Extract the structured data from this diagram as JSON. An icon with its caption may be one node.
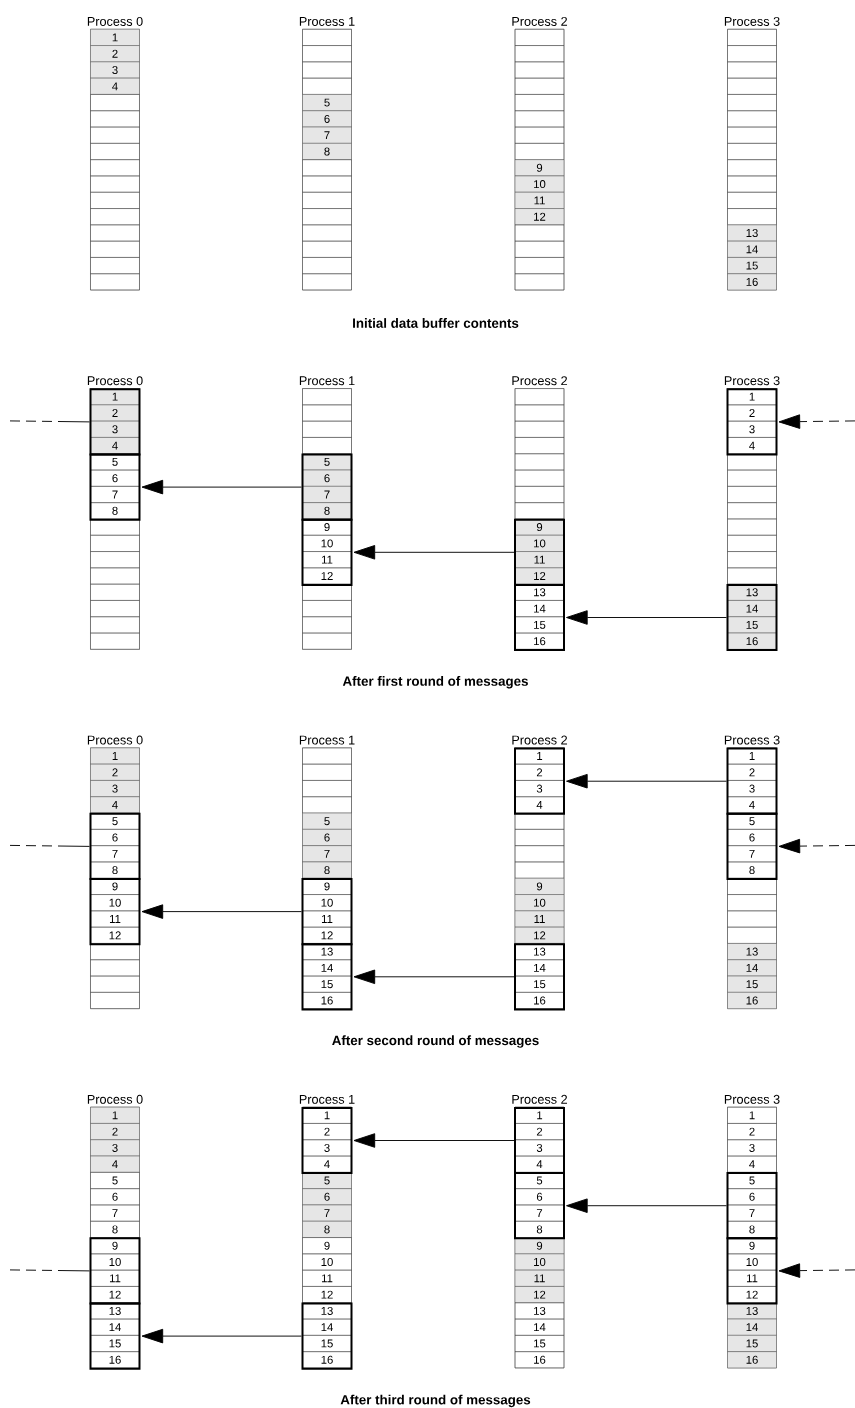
{
  "diagram": {
    "nodes": [
      {
        "text": [
          "Process 0"
        ]
      },
      {
        "text": [
          "1"
        ],
        "in": 0
      },
      {
        "text": [
          "2"
        ],
        "in": 0
      },
      {
        "text": [
          "3"
        ],
        "in": 0
      },
      {
        "text": [
          "4"
        ],
        "in": 0
      },
      {
        "text": [],
        "shape": "box",
        "in": 0
      },
      {
        "text": [],
        "shape": "box",
        "in": 0
      },
      {
        "text": [],
        "shape": "box",
        "in": 0
      },
      {
        "text": [],
        "shape": "box",
        "in": 0
      },
      {
        "text": [],
        "shape": "box",
        "in": 0
      },
      {
        "text": [],
        "shape": "box",
        "in": 0
      },
      {
        "text": [],
        "shape": "box",
        "in": 0
      },
      {
        "text": [],
        "shape": "box",
        "in": 0
      },
      {
        "text": [],
        "shape": "box",
        "in": 0
      },
      {
        "text": [],
        "shape": "box",
        "in": 0
      },
      {
        "text": [],
        "shape": "box",
        "in": 0
      },
      {
        "text": [],
        "shape": "box",
        "in": 0
      },
      {
        "text": [
          "Process 1"
        ]
      },
      {
        "text": [],
        "shape": "box",
        "in": 17
      },
      {
        "text": [],
        "shape": "box",
        "in": 17
      },
      {
        "text": [],
        "shape": "box",
        "in": 17
      },
      {
        "text": [],
        "shape": "box",
        "in": 17
      },
      {
        "text": [
          "5"
        ],
        "in": 17
      },
      {
        "text": [
          "6"
        ],
        "in": 17
      },
      {
        "text": [
          "7"
        ],
        "in": 17
      },
      {
        "text": [
          "8"
        ],
        "in": 17
      },
      {
        "text": [],
        "shape": "box",
        "in": 17
      },
      {
        "text": [],
        "shape": "box",
        "in": 17
      },
      {
        "text": [],
        "shape": "box",
        "in": 17
      },
      {
        "text": [],
        "shape": "box",
        "in": 17
      },
      {
        "text": [],
        "shape": "box",
        "in": 17
      },
      {
        "text": [],
        "shape": "box",
        "in": 17
      },
      {
        "text": [],
        "shape": "box",
        "in": 17
      },
      {
        "text": [],
        "shape": "box",
        "in": 17
      },
      {
        "text": [
          "Process 2"
        ]
      },
      {
        "text": [],
        "shape": "box",
        "in": 34
      },
      {
        "text": [],
        "shape": "box",
        "in": 34
      },
      {
        "text": [],
        "shape": "box",
        "in": 34
      },
      {
        "text": [],
        "shape": "box",
        "in": 34
      },
      {
        "text": [],
        "shape": "box",
        "in": 34
      },
      {
        "text": [],
        "shape": "box",
        "in": 34
      },
      {
        "text": [],
        "shape": "box",
        "in": 34
      },
      {
        "text": [],
        "shape": "box",
        "in": 34
      },
      {
        "text": [
          "9"
        ],
        "in": 34
      },
      {
        "text": [
          "10"
        ],
        "in": 34
      },
      {
        "text": [
          "11"
        ],
        "in": 34
      },
      {
        "text": [
          "12"
        ],
        "in": 34
      },
      {
        "text": [],
        "shape": "box",
        "in": 34
      },
      {
        "text": [],
        "shape": "box",
        "in": 34
      },
      {
        "text": [],
        "shape": "box",
        "in": 34
      },
      {
        "text": [],
        "shape": "box",
        "in": 34
      },
      {
        "text": [
          "Process 3"
        ]
      },
      {
        "text": [],
        "shape": "box",
        "in": 51
      },
      {
        "text": [],
        "shape": "box",
        "in": 51
      },
      {
        "text": [],
        "shape": "box",
        "in": 51
      },
      {
        "text": [],
        "shape": "box",
        "in": 51
      },
      {
        "text": [],
        "shape": "box",
        "in": 51
      },
      {
        "text": [],
        "shape": "box",
        "in": 51
      },
      {
        "text": [],
        "shape": "box",
        "in": 51
      },
      {
        "text": [],
        "shape": "box",
        "in": 51
      },
      {
        "text": [],
        "shape": "box",
        "in": 51
      },
      {
        "text": [],
        "shape": "box",
        "in": 51
      },
      {
        "text": [],
        "shape": "box",
        "in": 51
      },
      {
        "text": [],
        "shape": "box",
        "in": 51
      },
      {
        "text": [
          "13"
        ],
        "in": 51
      },
      {
        "text": [
          "14"
        ],
        "in": 51
      },
      {
        "text": [
          "15"
        ],
        "in": 51
      },
      {
        "text": [
          "16"
        ],
        "in": 51
      },
      {
        "text": [
          "Process 0"
        ]
      },
      {
        "text": [],
        "shape": "box",
        "in": 68
      },
      {
        "text": [],
        "shape": "box",
        "in": 68
      },
      {
        "text": [
          "1"
        ],
        "in": 69
      },
      {
        "text": [
          "2"
        ],
        "in": 69
      },
      {
        "text": [
          "3"
        ],
        "in": 69
      },
      {
        "text": [
          "4"
        ],
        "in": 69
      },
      {
        "text": [
          "5"
        ],
        "in": 70
      },
      {
        "text": [
          "6"
        ],
        "in": 70
      },
      {
        "text": [
          "7"
        ],
        "in": 70
      },
      {
        "text": [
          "8"
        ],
        "in": 70
      },
      {
        "text": [],
        "shape": "box",
        "in": 68
      },
      {
        "text": [],
        "shape": "box",
        "in": 68
      },
      {
        "text": [],
        "shape": "box",
        "in": 68
      },
      {
        "text": [],
        "shape": "box",
        "in": 68
      },
      {
        "text": [],
        "shape": "box",
        "in": 68
      },
      {
        "text": [],
        "shape": "box",
        "in": 68
      },
      {
        "text": [],
        "shape": "box",
        "in": 68
      },
      {
        "text": [],
        "shape": "box",
        "in": 68
      },
      {
        "text": [
          "Process 1"
        ]
      },
      {
        "text": [],
        "shape": "box",
        "in": 87
      },
      {
        "text": [],
        "shape": "box",
        "in": 87
      },
      {
        "text": [],
        "shape": "box",
        "in": 87
      },
      {
        "text": [],
        "shape": "box",
        "in": 87
      },
      {
        "text": [],
        "shape": "box",
        "in": 87
      },
      {
        "text": [],
        "shape": "box",
        "in": 87
      },
      {
        "text": [
          "5"
        ],
        "in": 88
      },
      {
        "text": [
          "6"
        ],
        "in": 88
      },
      {
        "text": [
          "7"
        ],
        "in": 88
      },
      {
        "text": [
          "8"
        ],
        "in": 88
      },
      {
        "text": [
          "9"
        ],
        "in": 89
      },
      {
        "text": [
          "10"
        ],
        "in": 89
      },
      {
        "text": [
          "11"
        ],
        "in": 89
      },
      {
        "text": [
          "12"
        ],
        "in": 89
      },
      {
        "text": [],
        "shape": "box",
        "in": 87
      },
      {
        "text": [],
        "shape": "box",
        "in": 87
      },
      {
        "text": [],
        "shape": "box",
        "in": 87
      },
      {
        "text": [],
        "shape": "box",
        "in": 87
      },
      {
        "text": [
          "Process 2"
        ]
      },
      {
        "text": [],
        "shape": "box",
        "in": 106
      },
      {
        "text": [],
        "shape": "box",
        "in": 106
      },
      {
        "text": [],
        "shape": "box",
        "in": 106
      },
      {
        "text": [],
        "shape": "box",
        "in": 106
      },
      {
        "text": [],
        "shape": "box",
        "in": 106
      },
      {
        "text": [],
        "shape": "box",
        "in": 106
      },
      {
        "text": [],
        "shape": "box",
        "in": 106
      },
      {
        "text": [],
        "shape": "box",
        "in": 106
      },
      {
        "text": [],
        "shape": "box",
        "in": 106
      },
      {
        "text": [],
        "shape": "box",
        "in": 106
      },
      {
        "text": [
          "9"
        ],
        "in": 107
      },
      {
        "text": [
          "10"
        ],
        "in": 107
      },
      {
        "text": [
          "11"
        ],
        "in": 107
      },
      {
        "text": [
          "12"
        ],
        "in": 107
      },
      {
        "text": [
          "13"
        ],
        "in": 108
      },
      {
        "text": [
          "14"
        ],
        "in": 108
      },
      {
        "text": [
          "15"
        ],
        "in": 108
      },
      {
        "text": [
          "16"
        ],
        "in": 108
      },
      {
        "text": [
          "Process 3"
        ]
      },
      {
        "text": [],
        "shape": "box",
        "in": 125
      },
      {
        "text": [],
        "shape": "box",
        "in": 125
      },
      {
        "text": [
          "1"
        ],
        "in": 126
      },
      {
        "text": [
          "2"
        ],
        "in": 126
      },
      {
        "text": [
          "3"
        ],
        "in": 126
      },
      {
        "text": [
          "4"
        ],
        "in": 126
      },
      {
        "text": [],
        "shape": "box",
        "in": 125
      },
      {
        "text": [],
        "shape": "box",
        "in": 125
      },
      {
        "text": [],
        "shape": "box",
        "in": 125
      },
      {
        "text": [],
        "shape": "box",
        "in": 125
      },
      {
        "text": [],
        "shape": "box",
        "in": 125
      },
      {
        "text": [],
        "shape": "box",
        "in": 125
      },
      {
        "text": [],
        "shape": "box",
        "in": 125
      },
      {
        "text": [],
        "shape": "box",
        "in": 125
      },
      {
        "text": [
          "13"
        ],
        "in": 127
      },
      {
        "text": [
          "14"
        ],
        "in": 127
      },
      {
        "text": [
          "15"
        ],
        "in": 127
      },
      {
        "text": [
          "16"
        ],
        "in": 127
      },
      {
        "text": [
          "Process 0"
        ]
      },
      {
        "text": [],
        "shape": "box",
        "in": 144
      },
      {
        "text": [],
        "shape": "box",
        "in": 144
      },
      {
        "text": [
          "1"
        ],
        "in": 144
      },
      {
        "text": [
          "2"
        ],
        "in": 144
      },
      {
        "text": [
          "3"
        ],
        "in": 144
      },
      {
        "text": [
          "4"
        ],
        "in": 144
      },
      {
        "text": [
          "5"
        ],
        "in": 145
      },
      {
        "text": [
          "6"
        ],
        "in": 145
      },
      {
        "text": [
          "7"
        ],
        "in": 145
      },
      {
        "text": [
          "8"
        ],
        "in": 145
      },
      {
        "text": [
          "9"
        ],
        "in": 146
      },
      {
        "text": [
          "10"
        ],
        "in": 146
      },
      {
        "text": [
          "11"
        ],
        "in": 146
      },
      {
        "text": [
          "12"
        ],
        "in": 146
      },
      {
        "text": [],
        "shape": "box",
        "in": 144
      },
      {
        "text": [],
        "shape": "box",
        "in": 144
      },
      {
        "text": [],
        "shape": "box",
        "in": 144
      },
      {
        "text": [],
        "shape": "box",
        "in": 144
      },
      {
        "text": [
          "Process 1"
        ]
      },
      {
        "text": [],
        "shape": "box",
        "in": 163
      },
      {
        "text": [],
        "shape": "box",
        "in": 163
      },
      {
        "text": [],
        "shape": "box",
        "in": 163
      },
      {
        "text": [],
        "shape": "box",
        "in": 163
      },
      {
        "text": [],
        "shape": "box",
        "in": 163
      },
      {
        "text": [],
        "shape": "box",
        "in": 163
      },
      {
        "text": [
          "5"
        ],
        "in": 163
      },
      {
        "text": [
          "6"
        ],
        "in": 163
      },
      {
        "text": [
          "7"
        ],
        "in": 163
      },
      {
        "text": [
          "8"
        ],
        "in": 163
      },
      {
        "text": [
          "9"
        ],
        "in": 164
      },
      {
        "text": [
          "10"
        ],
        "in": 164
      },
      {
        "text": [
          "11"
        ],
        "in": 164
      },
      {
        "text": [
          "12"
        ],
        "in": 164
      },
      {
        "text": [
          "13"
        ],
        "in": 165
      },
      {
        "text": [
          "14"
        ],
        "in": 165
      },
      {
        "text": [
          "15"
        ],
        "in": 165
      },
      {
        "text": [
          "16"
        ],
        "in": 165
      },
      {
        "text": [
          "Process 2"
        ]
      },
      {
        "text": [],
        "shape": "box",
        "in": 182
      },
      {
        "text": [],
        "shape": "box",
        "in": 182
      },
      {
        "text": [
          "1"
        ],
        "in": 183
      },
      {
        "text": [
          "2"
        ],
        "in": 183
      },
      {
        "text": [
          "3"
        ],
        "in": 183
      },
      {
        "text": [
          "4"
        ],
        "in": 183
      },
      {
        "text": [],
        "shape": "box",
        "in": 182
      },
      {
        "text": [],
        "shape": "box",
        "in": 182
      },
      {
        "text": [],
        "shape": "box",
        "in": 182
      },
      {
        "text": [],
        "shape": "box",
        "in": 182
      },
      {
        "text": [
          "9"
        ],
        "in": 182
      },
      {
        "text": [
          "10"
        ],
        "in": 182
      },
      {
        "text": [
          "11"
        ],
        "in": 182
      },
      {
        "text": [
          "12"
        ],
        "in": 182
      },
      {
        "text": [
          "13"
        ],
        "in": 184
      },
      {
        "text": [
          "14"
        ],
        "in": 184
      },
      {
        "text": [
          "15"
        ],
        "in": 184
      },
      {
        "text": [
          "16"
        ],
        "in": 184
      },
      {
        "text": [
          "Process 3"
        ]
      },
      {
        "text": [],
        "shape": "box",
        "in": 201
      },
      {
        "text": [],
        "shape": "box",
        "in": 201
      },
      {
        "text": [
          "1"
        ],
        "in": 202
      },
      {
        "text": [
          "2"
        ],
        "in": 202
      },
      {
        "text": [
          "3"
        ],
        "in": 202
      },
      {
        "text": [
          "4"
        ],
        "in": 202
      },
      {
        "text": [
          "5"
        ],
        "in": 203
      },
      {
        "text": [
          "6"
        ],
        "in": 203
      },
      {
        "text": [
          "7"
        ],
        "in": 203
      },
      {
        "text": [
          "8"
        ],
        "in": 203
      },
      {
        "text": [],
        "shape": "box",
        "in": 201
      },
      {
        "text": [],
        "shape": "box",
        "in": 201
      },
      {
        "text": [],
        "shape": "box",
        "in": 201
      },
      {
        "text": [],
        "shape": "box",
        "in": 201
      },
      {
        "text": [
          "13"
        ],
        "in": 201
      },
      {
        "text": [
          "14"
        ],
        "in": 201
      },
      {
        "text": [
          "15"
        ],
        "in": 201
      },
      {
        "text": [
          "16"
        ],
        "in": 201
      },
      {
        "text": [
          "Process 0"
        ]
      },
      {
        "text": [],
        "shape": "box",
        "in": 220
      },
      {
        "text": [],
        "shape": "box",
        "in": 220
      },
      {
        "text": [
          "1"
        ],
        "in": 220
      },
      {
        "text": [
          "2"
        ],
        "in": 220
      },
      {
        "text": [
          "3"
        ],
        "in": 220
      },
      {
        "text": [
          "4"
        ],
        "in": 220
      },
      {
        "text": [
          "5"
        ],
        "in": 220
      },
      {
        "text": [
          "6"
        ],
        "in": 220
      },
      {
        "text": [
          "7"
        ],
        "in": 220
      },
      {
        "text": [
          "8"
        ],
        "in": 220
      },
      {
        "text": [
          "9"
        ],
        "in": 221
      },
      {
        "text": [
          "10"
        ],
        "in": 221
      },
      {
        "text": [
          "11"
        ],
        "in": 221
      },
      {
        "text": [
          "12"
        ],
        "in": 221
      },
      {
        "text": [
          "13"
        ],
        "in": 222
      },
      {
        "text": [
          "14"
        ],
        "in": 222
      },
      {
        "text": [
          "15"
        ],
        "in": 222
      },
      {
        "text": [
          "16"
        ],
        "in": 222
      },
      {
        "text": [
          "Process 1"
        ]
      },
      {
        "text": [],
        "shape": "box",
        "in": 239
      },
      {
        "text": [],
        "shape": "box",
        "in": 239
      },
      {
        "text": [
          "1"
        ],
        "in": 240
      },
      {
        "text": [
          "2"
        ],
        "in": 240
      },
      {
        "text": [
          "3"
        ],
        "in": 240
      },
      {
        "text": [
          "4"
        ],
        "in": 240
      },
      {
        "text": [
          "5"
        ],
        "in": 239
      },
      {
        "text": [
          "6"
        ],
        "in": 239
      },
      {
        "text": [
          "7"
        ],
        "in": 239
      },
      {
        "text": [
          "8"
        ],
        "in": 239
      },
      {
        "text": [
          "9"
        ],
        "in": 239
      },
      {
        "text": [
          "10"
        ],
        "in": 239
      },
      {
        "text": [
          "11"
        ],
        "in": 239
      },
      {
        "text": [
          "12"
        ],
        "in": 239
      },
      {
        "text": [
          "13"
        ],
        "in": 241
      },
      {
        "text": [
          "14"
        ],
        "in": 241
      },
      {
        "text": [
          "15"
        ],
        "in": 241
      },
      {
        "text": [
          "16"
        ],
        "in": 241
      },
      {
        "text": [
          "Process 2"
        ]
      },
      {
        "text": [],
        "shape": "box",
        "in": 258
      },
      {
        "text": [],
        "shape": "box",
        "in": 258
      },
      {
        "text": [
          "1"
        ],
        "in": 259
      },
      {
        "text": [
          "2"
        ],
        "in": 259
      },
      {
        "text": [
          "3"
        ],
        "in": 259
      },
      {
        "text": [
          "4"
        ],
        "in": 259
      },
      {
        "text": [
          "5"
        ],
        "in": 260
      },
      {
        "text": [
          "6"
        ],
        "in": 260
      },
      {
        "text": [
          "7"
        ],
        "in": 260
      },
      {
        "text": [
          "8"
        ],
        "in": 260
      },
      {
        "text": [
          "9"
        ],
        "in": 258
      },
      {
        "text": [
          "10"
        ],
        "in": 258
      },
      {
        "text": [
          "11"
        ],
        "in": 258
      },
      {
        "text": [
          "12"
        ],
        "in": 258
      },
      {
        "text": [
          "13"
        ],
        "in": 258
      },
      {
        "text": [
          "14"
        ],
        "in": 258
      },
      {
        "text": [
          "15"
        ],
        "in": 258
      },
      {
        "text": [
          "16"
        ],
        "in": 258
      },
      {
        "text": [
          "Process 3"
        ]
      },
      {
        "text": [],
        "shape": "box",
        "in": 277
      },
      {
        "text": [],
        "shape": "box",
        "in": 277
      },
      {
        "text": [
          "1"
        ],
        "in": 277
      },
      {
        "text": [
          "2"
        ],
        "in": 277
      },
      {
        "text": [
          "3"
        ],
        "in": 277
      },
      {
        "text": [
          "4"
        ],
        "in": 277
      },
      {
        "text": [
          "5"
        ],
        "in": 278
      },
      {
        "text": [
          "6"
        ],
        "in": 278
      },
      {
        "text": [
          "7"
        ],
        "in": 278
      },
      {
        "text": [
          "8"
        ],
        "in": 278
      },
      {
        "text": [
          "9"
        ],
        "in": 279
      },
      {
        "text": [
          "10"
        ],
        "in": 279
      },
      {
        "text": [
          "11"
        ],
        "in": 279
      },
      {
        "text": [
          "12"
        ],
        "in": 279
      },
      {
        "text": [
          "13"
        ],
        "in": 277
      },
      {
        "text": [
          "14"
        ],
        "in": 277
      },
      {
        "text": [
          "15"
        ],
        "in": 277
      },
      {
        "text": [
          "16"
        ],
        "in": 277
      }
    ],
    "edges": [
      {
        "from": 88,
        "to": 70,
        "arrow": "to"
      },
      {
        "from": 107,
        "to": 89,
        "arrow": "to"
      },
      {
        "from": 127,
        "to": 108,
        "arrow": "to"
      },
      {
        "from": 69,
        "to": null,
        "arrow": "none",
        "style": "dashed"
      },
      {
        "from": null,
        "to": 126,
        "arrow": "to",
        "style": "dashed"
      },
      {
        "from": 164,
        "to": 146,
        "arrow": "to"
      },
      {
        "from": 184,
        "to": 165,
        "arrow": "to"
      },
      {
        "from": 202,
        "to": 183,
        "arrow": "to"
      },
      {
        "from": 145,
        "to": null,
        "arrow": "none",
        "style": "dashed"
      },
      {
        "from": null,
        "to": 203,
        "arrow": "to",
        "style": "dashed"
      },
      {
        "from": 241,
        "to": 222,
        "arrow": "to"
      },
      {
        "from": 259,
        "to": 240,
        "arrow": "to"
      },
      {
        "from": 278,
        "to": 260,
        "arrow": "to"
      },
      {
        "from": 221,
        "to": null,
        "arrow": "none",
        "style": "dashed"
      },
      {
        "from": null,
        "to": 279,
        "arrow": "to",
        "style": "dashed"
      }
    ],
    "labels": [
      "Initial data buffer contents",
      "After first round of messages",
      "After second round of messages",
      "After third round of messages"
    ]
  }
}
